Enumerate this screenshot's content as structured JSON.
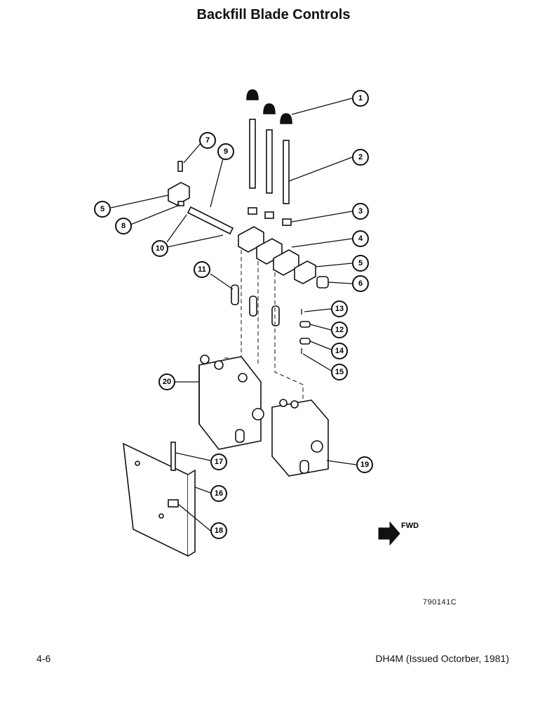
{
  "page": {
    "title": "Backfill Blade Controls",
    "drawing_number": "790141C",
    "page_number": "4-6",
    "document_ref": "DH4M (Issued Octorber, 1981)"
  },
  "diagram": {
    "direction_label": "FWD",
    "callouts": [
      "1",
      "2",
      "3",
      "4",
      "5",
      "6",
      "7",
      "8",
      "9",
      "10",
      "11",
      "12",
      "13",
      "14",
      "15",
      "16",
      "17",
      "18",
      "19",
      "20"
    ]
  }
}
